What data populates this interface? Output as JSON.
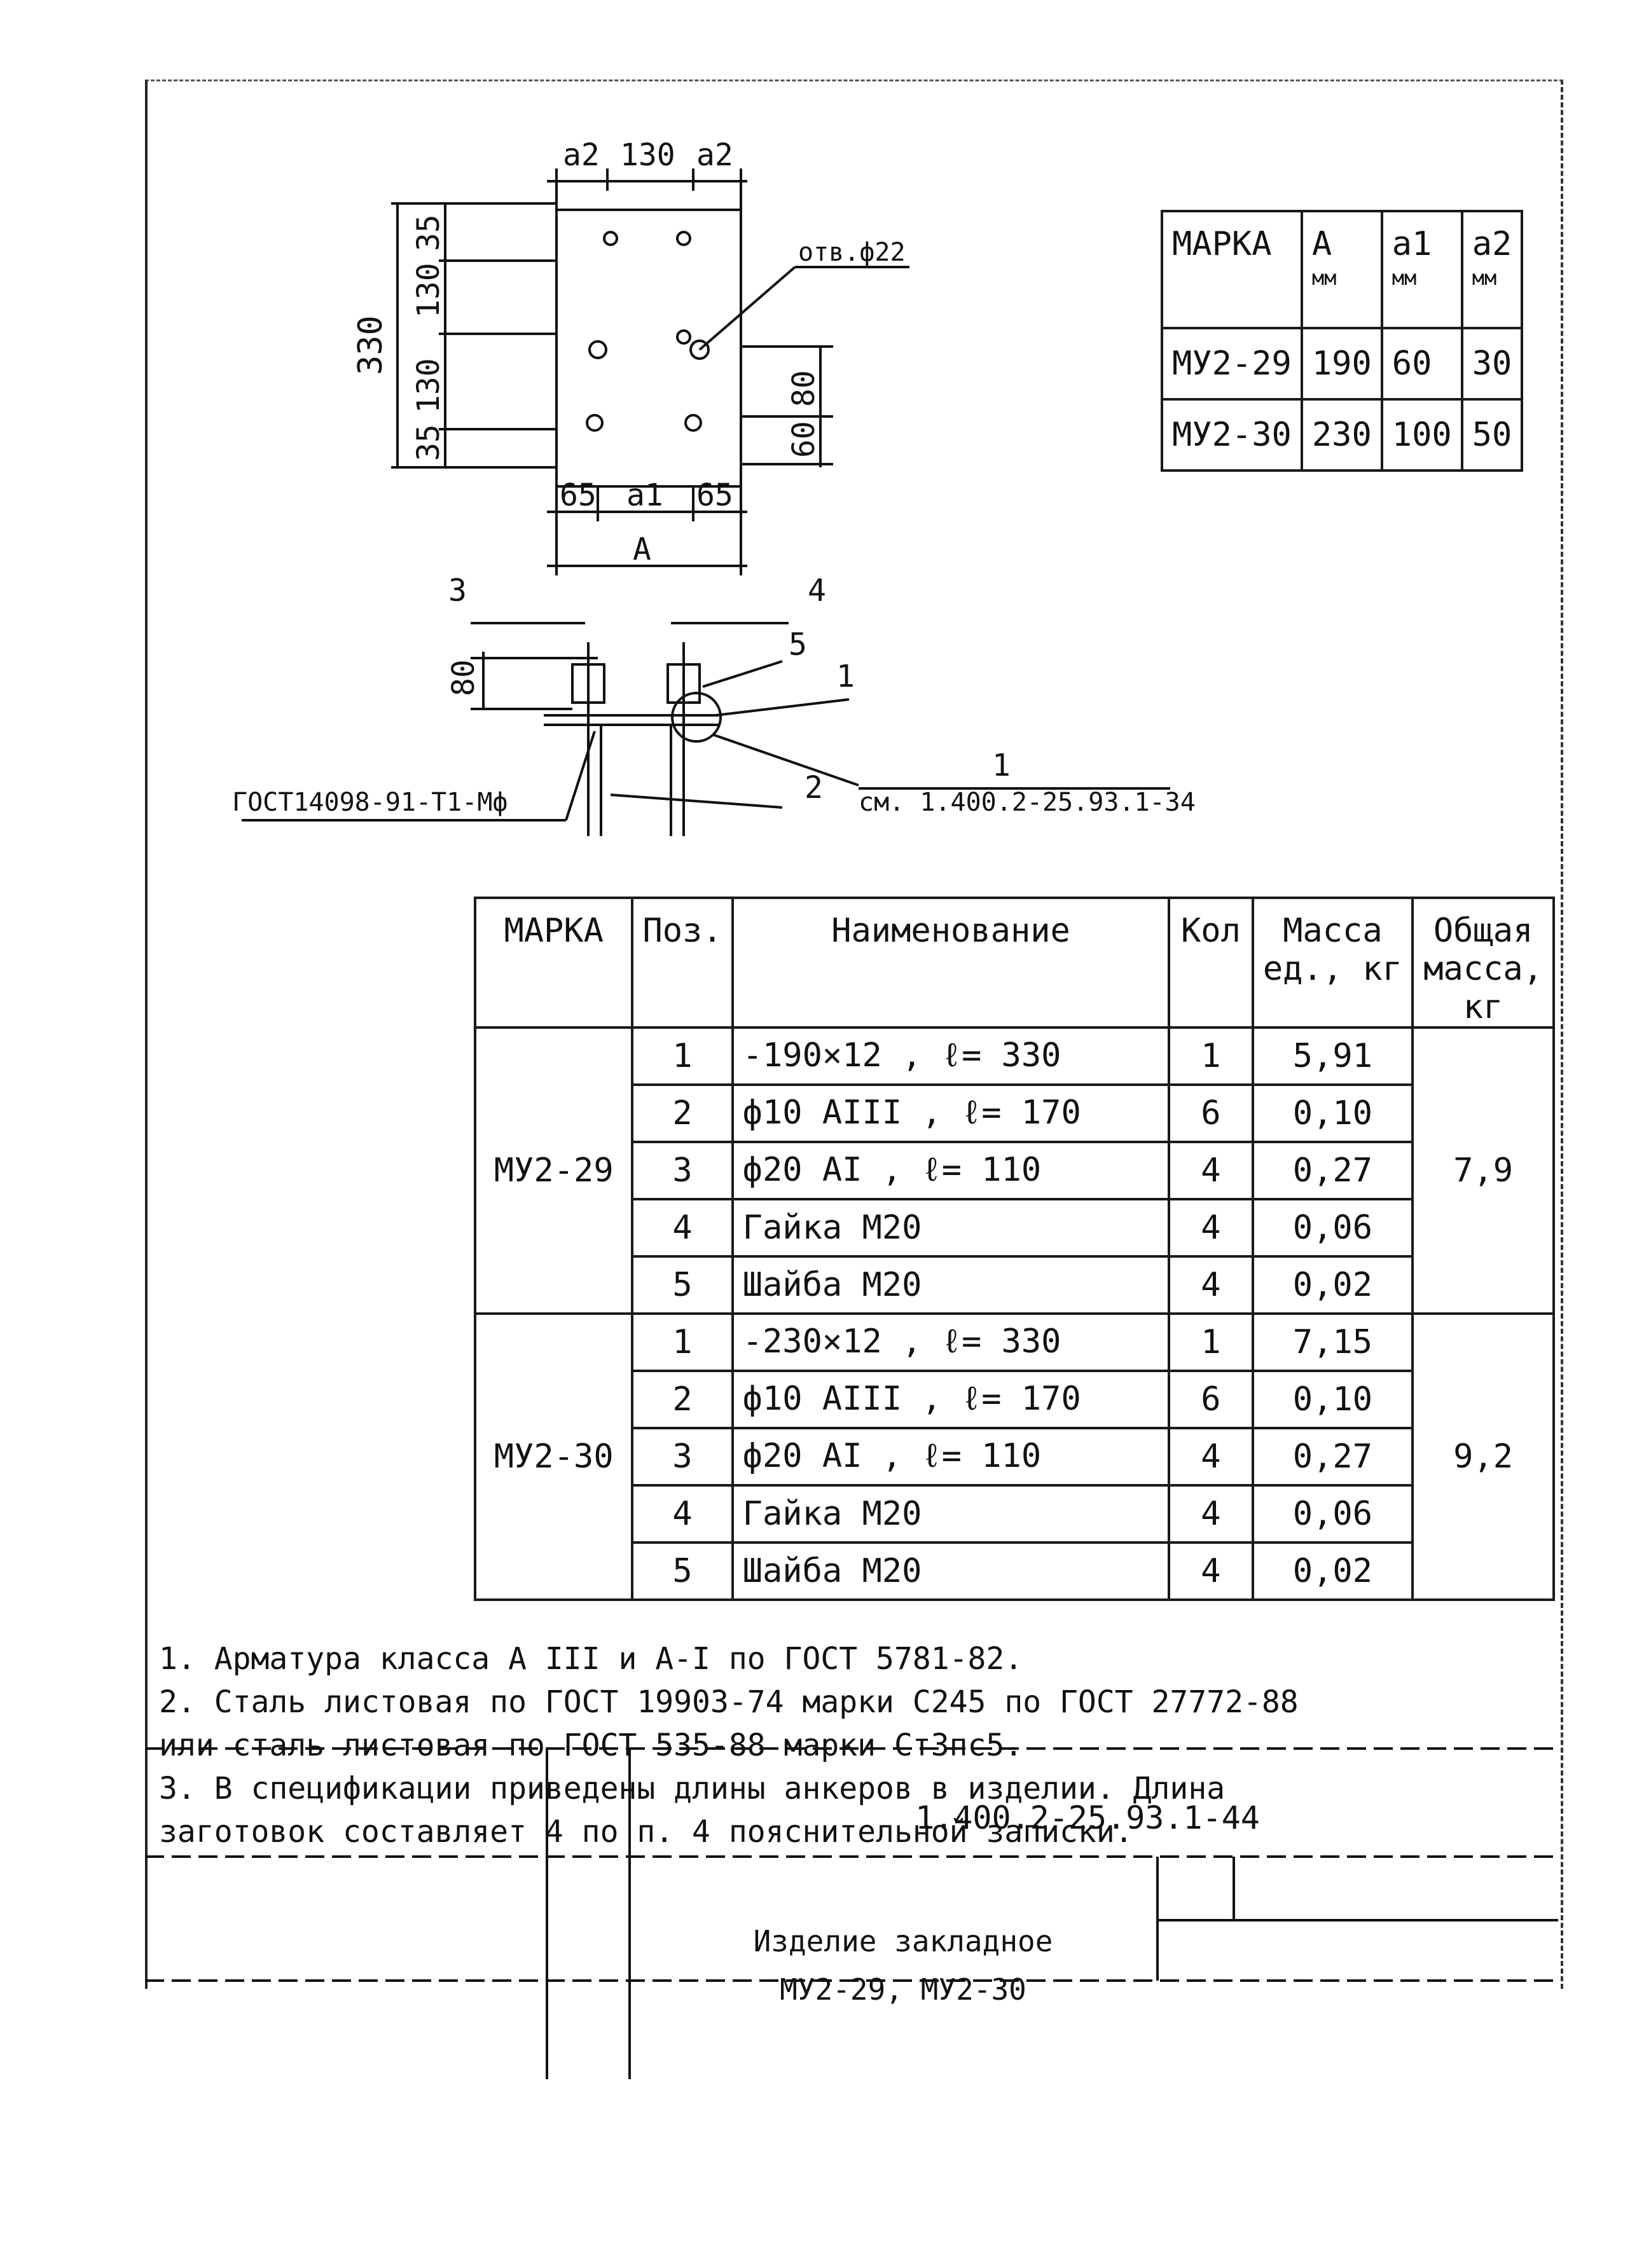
{
  "drawing": {
    "plan_dims": {
      "top_left": "a2",
      "top_mid": "130",
      "top_right": "a2",
      "left_total": "330",
      "left_35_top": "35",
      "left_130_top": "130",
      "left_130_mid": "130",
      "left_35_bottom": "35",
      "right_80": "80",
      "right_60": "60",
      "bottom_65_left": "65",
      "bottom_a1": "a1",
      "bottom_65_right": "65",
      "bottom_A": "A",
      "hole_label": "отв.ф22"
    },
    "section": {
      "pos3": "3",
      "pos4": "4",
      "pos5": "5",
      "pos1": "1",
      "pos2": "2",
      "pos1_ref": "1",
      "height_80": "80",
      "gost_label": "ГОСТ14098-91-Т1-Мф",
      "ref_label": "см. 1.400.2-25.93.1-34"
    }
  },
  "mark_table": {
    "headers": [
      "МАРКА",
      "A",
      "a1",
      "a2"
    ],
    "units": [
      "",
      "мм",
      "мм",
      "мм"
    ],
    "rows": [
      [
        "МУ2-29",
        "190",
        "60",
        "30"
      ],
      [
        "МУ2-30",
        "230",
        "100",
        "50"
      ]
    ]
  },
  "spec_table": {
    "headers": [
      "МАРКА",
      "Поз.",
      "Наименование",
      "Кол",
      "Масса ед., кг",
      "Общая масса, кг"
    ],
    "groups": [
      {
        "mark": "МУ2-29",
        "total": "7,9",
        "rows": [
          [
            "1",
            "-190×12 , ℓ= 330",
            "1",
            "5,91"
          ],
          [
            "2",
            "ф10 АIII , ℓ= 170",
            "6",
            "0,10"
          ],
          [
            "3",
            "ф20 АI , ℓ= 110",
            "4",
            "0,27"
          ],
          [
            "4",
            "Гайка М20",
            "4",
            "0,06"
          ],
          [
            "5",
            "Шайба М20",
            "4",
            "0,02"
          ]
        ]
      },
      {
        "mark": "МУ2-30",
        "total": "9,2",
        "rows": [
          [
            "1",
            "-230×12 , ℓ= 330",
            "1",
            "7,15"
          ],
          [
            "2",
            "ф10 АIII , ℓ= 170",
            "6",
            "0,10"
          ],
          [
            "3",
            "ф20 АI , ℓ= 110",
            "4",
            "0,27"
          ],
          [
            "4",
            "Гайка М20",
            "4",
            "0,06"
          ],
          [
            "5",
            "Шайба М20",
            "4",
            "0,02"
          ]
        ]
      }
    ]
  },
  "notes": [
    "1. Арматура класса А III и А-I по ГОСТ 5781-82.",
    "2. Сталь листовая по ГОСТ 19903-74 марки С245 по ГОСТ 27772-88",
    "   или сталь листовая по ГОСТ 535-88 марки Ст3пс5.",
    "3. В спецификации приведены длины анкеров в изделии. Длина",
    "   заготовок составляет 4 по п. 4   пояснительной записки."
  ],
  "stamp": {
    "code": "1.400.2-25.93.1-44",
    "name_line1": "Изделие закладное",
    "name_line2": "МУ2-29, МУ2-30"
  },
  "colors": {
    "ink": "#111111",
    "paper": "#ffffff"
  }
}
